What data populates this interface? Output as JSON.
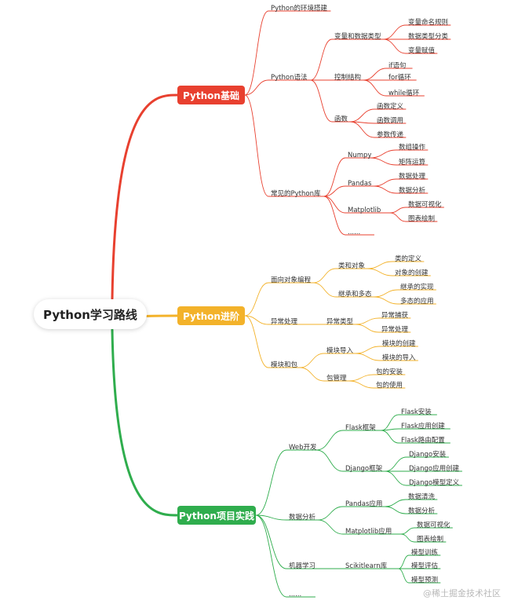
{
  "root": {
    "label": "Python学习路线"
  },
  "branches": [
    {
      "label": "Python基础",
      "color": "#e8402f",
      "children": [
        {
          "label": "Python的环境搭建",
          "children": []
        },
        {
          "label": "Python语法",
          "children": [
            {
              "label": "变量和数据类型",
              "children": [
                "变量命名规则",
                "数据类型分类",
                "变量赋值"
              ]
            },
            {
              "label": "控制结构",
              "children": [
                "if语句",
                "for循环",
                "while循环"
              ]
            },
            {
              "label": "函数",
              "children": [
                "函数定义",
                "函数调用",
                "参数传递"
              ]
            }
          ]
        },
        {
          "label": "常见的Python库",
          "children": [
            {
              "label": "Numpy",
              "children": [
                "数组操作",
                "矩阵运算"
              ]
            },
            {
              "label": "Pandas",
              "children": [
                "数据处理",
                "数据分析"
              ]
            },
            {
              "label": "Matplotlib",
              "children": [
                "数据可视化",
                "图表绘制"
              ]
            },
            {
              "label": "......",
              "children": []
            }
          ]
        }
      ]
    },
    {
      "label": "Python进阶",
      "color": "#f3b22a",
      "children": [
        {
          "label": "面向对象编程",
          "children": [
            {
              "label": "类和对象",
              "children": [
                "类的定义",
                "对象的创建"
              ]
            },
            {
              "label": "继承和多态",
              "children": [
                "继承的实现",
                "多态的应用"
              ]
            }
          ]
        },
        {
          "label": "异常处理",
          "children": [
            {
              "label": "异常类型",
              "children": [
                "异常捕获",
                "异常处理"
              ]
            }
          ]
        },
        {
          "label": "模块和包",
          "children": [
            {
              "label": "模块导入",
              "children": [
                "模块的创建",
                "模块的导入"
              ]
            },
            {
              "label": "包管理",
              "children": [
                "包的安装",
                "包的使用"
              ]
            }
          ]
        }
      ]
    },
    {
      "label": "Python项目实践",
      "color": "#2fad4d",
      "children": [
        {
          "label": "Web开发",
          "children": [
            {
              "label": "Flask框架",
              "children": [
                "Flask安装",
                "Flask应用创建",
                "Flask路由配置"
              ]
            },
            {
              "label": "Django框架",
              "children": [
                "Django安装",
                "Django应用创建",
                "Django模型定义"
              ]
            }
          ]
        },
        {
          "label": "数据分析",
          "children": [
            {
              "label": "Pandas应用",
              "children": [
                "数据清洗",
                "数据分析"
              ]
            },
            {
              "label": "Matplotlib应用",
              "children": [
                "数据可视化",
                "图表绘制"
              ]
            }
          ]
        },
        {
          "label": "机器学习",
          "children": [
            {
              "label": "Scikitlearn库",
              "children": [
                "模型训练",
                "模型评估",
                "模型预测"
              ]
            }
          ]
        },
        {
          "label": "......",
          "children": []
        }
      ]
    }
  ],
  "watermark": "@稀土掘金技术社区"
}
